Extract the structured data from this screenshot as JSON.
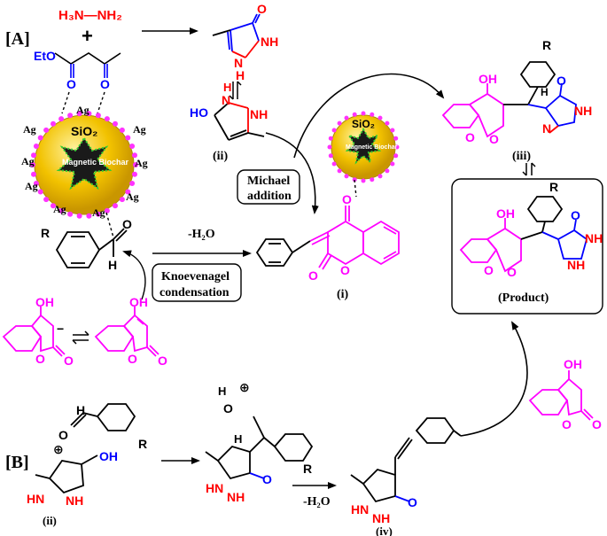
{
  "colors": {
    "red": "#ff0000",
    "blue": "#0000ff",
    "magenta": "#ff00ff",
    "black": "#000000",
    "silica_core": "#f2c200",
    "biochar": "#1a1a1a",
    "dots_green": "#33cc33",
    "ag_dot": "#ff33ff"
  },
  "section_labels": {
    "a": "[A]",
    "b": "[B]"
  },
  "reagents": {
    "hydrazine": "H₃N—NH₂",
    "plus": "+",
    "ethyl_acetoacetate_label": "EtO",
    "carbonyl_o": "O"
  },
  "pyrazolone": {
    "atoms": {
      "o": "O",
      "nh": "NH",
      "n": "N",
      "h": "H"
    }
  },
  "intermediate_ii": {
    "label": "(ii)",
    "ho": "HO",
    "h": "H",
    "n": "N",
    "nh": "NH"
  },
  "catalyst": {
    "core_label": "SiO₂",
    "biochar_label": "Magnetic Biochar",
    "metal": "Ag"
  },
  "steps": {
    "michael": [
      "Michael",
      "addition"
    ],
    "knoevenagel": [
      "Knoevenagel",
      "condensation"
    ],
    "water_loss": "-H₂O",
    "water_loss_b": "-H₂O"
  },
  "intermediate_i": {
    "label": "(i)",
    "o_top": "O",
    "o_bottom": "O",
    "o_ring": "O"
  },
  "intermediate_iii": {
    "label": "(iii)",
    "r": "R",
    "oh": "OH",
    "h": "H",
    "o": "O",
    "nh": "NH",
    "n": "N",
    "o_ring": "O",
    "o_co": "O"
  },
  "product": {
    "label": "(Product)",
    "r": "R",
    "oh": "OH",
    "o": "O",
    "nh": "NH",
    "o_ring": "O",
    "o_co": "O"
  },
  "aldehyde": {
    "r": "R",
    "o": "O",
    "h": "H"
  },
  "hydroxycoumarin": {
    "oh": "OH",
    "o_ring": "O",
    "o_co": "O",
    "minus": "−"
  },
  "section_b": {
    "oh_plus": "⊕",
    "h": "H",
    "o": "O",
    "r": "R",
    "oh": "OH",
    "hn": "HN",
    "nh": "NH",
    "label_ii": "(ii)",
    "label_iv": "(iv)",
    "nh_b": "NH"
  }
}
